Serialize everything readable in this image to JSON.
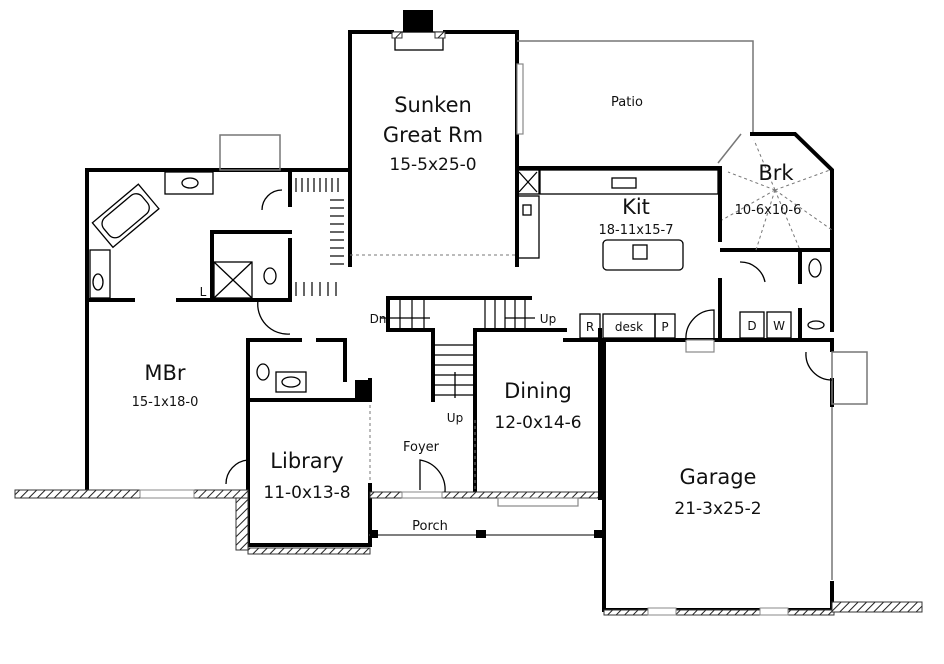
{
  "rooms": {
    "great_room": {
      "name_line1": "Sunken",
      "name_line2": "Great Rm",
      "dims": "15-5x25-0"
    },
    "patio": {
      "name": "Patio"
    },
    "kitchen": {
      "name": "Kit",
      "dims": "18-11x15-7"
    },
    "breakfast": {
      "name": "Brk",
      "dims": "10-6x10-6"
    },
    "master_bedroom": {
      "name": "MBr",
      "dims": "15-1x18-0"
    },
    "library": {
      "name": "Library",
      "dims": "11-0x13-8"
    },
    "foyer": {
      "name": "Foyer"
    },
    "dining": {
      "name": "Dining",
      "dims": "12-0x14-6"
    },
    "garage": {
      "name": "Garage",
      "dims": "21-3x25-2"
    },
    "porch": {
      "name": "Porch"
    }
  },
  "fixtures": {
    "stair_down": "Dn",
    "stair_up_main": "Up",
    "stair_up_right": "Up",
    "refrigerator": "R",
    "desk": "desk",
    "pantry": "P",
    "dryer": "D",
    "washer": "W",
    "linen": "L"
  }
}
